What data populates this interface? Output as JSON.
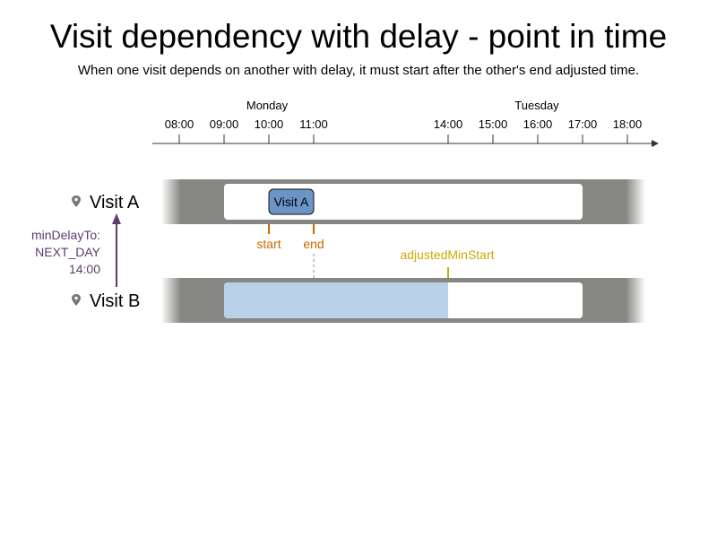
{
  "title": "Visit dependency with delay - point in time",
  "subtitle": "When one visit depends on another with delay, it must start after the other's end adjusted time.",
  "timeline": {
    "days": [
      "Monday",
      "Tuesday"
    ],
    "ticks": [
      "08:00",
      "09:00",
      "10:00",
      "11:00",
      "14:00",
      "15:00",
      "16:00",
      "17:00",
      "18:00"
    ]
  },
  "lanes": {
    "visit_a": {
      "label": "Visit A",
      "box_label": "Visit A"
    },
    "visit_b": {
      "label": "Visit B"
    }
  },
  "markers": {
    "start": "start",
    "end": "end",
    "adjusted_min_start": "adjustedMinStart"
  },
  "delay": {
    "line1": "minDelayTo:",
    "line2": "NEXT_DAY",
    "line3": "14:00"
  },
  "colors": {
    "lane_gray": "#868682",
    "visit_box_fill": "#6b94c7",
    "visit_b_range_fill": "#b8d0e8",
    "marker_orange": "#cc6600",
    "marker_gold": "#ccaa00",
    "delay_purple": "#5e3c6e",
    "axis": "#333333"
  },
  "icons": {
    "lane_pin": "map-pin-icon"
  }
}
